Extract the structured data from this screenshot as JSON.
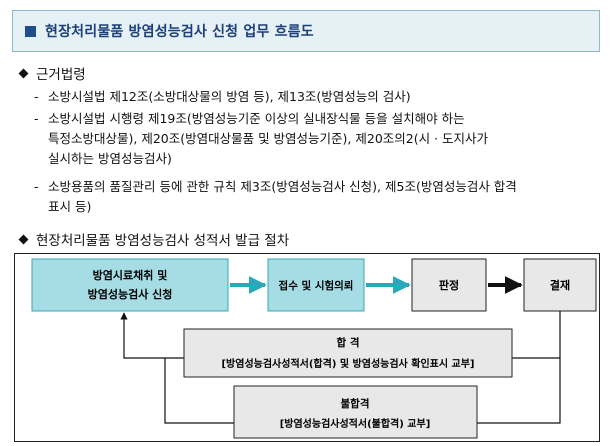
{
  "title": "현장처리물품 방염성능검사 신청 업무 흐름도",
  "basis": {
    "heading": "근거법령",
    "items": [
      {
        "lines": [
          "소방시설법 제12조(소방대상물의 방염 등), 제13조(방염성능의 검사)"
        ]
      },
      {
        "lines": [
          "소방시설법 시행령 제19조(방염성능기준 이상의 실내장식물 등을 설치해야 하는",
          "특정소방대상물), 제20조(방염대상물품 및 방염성능기준), 제20조의2(시 · 도지사가",
          "실시하는 방염성능검사)"
        ]
      },
      {
        "lines": [
          "소방용품의 품질관리 등에 관한 규칙 제3조(방염성능검사 신청), 제5조(방염성능검사 합격",
          "표시 등)"
        ]
      }
    ]
  },
  "procedure": {
    "heading": "현장처리물품 방염성능검사 성적서 발급 절차"
  },
  "flow": {
    "step1": [
      "방염시료채취 및",
      "방염성능검사 신청"
    ],
    "step2": "접수 및 시험의뢰",
    "step3": "판정",
    "step4": "결재",
    "pass": [
      "합 격",
      "[방염성능검사성적서(합격) 및 방염성능검사 확인표시 교부]"
    ],
    "fail": [
      "불합격",
      "[방염성능검사성적서(불합격) 교부]"
    ],
    "colors": {
      "teal_fill": "#a6dde5",
      "teal_border": "#3aa6b4",
      "arrow": "#2aa8b8",
      "gray_fill": "#e8e8e8"
    }
  }
}
